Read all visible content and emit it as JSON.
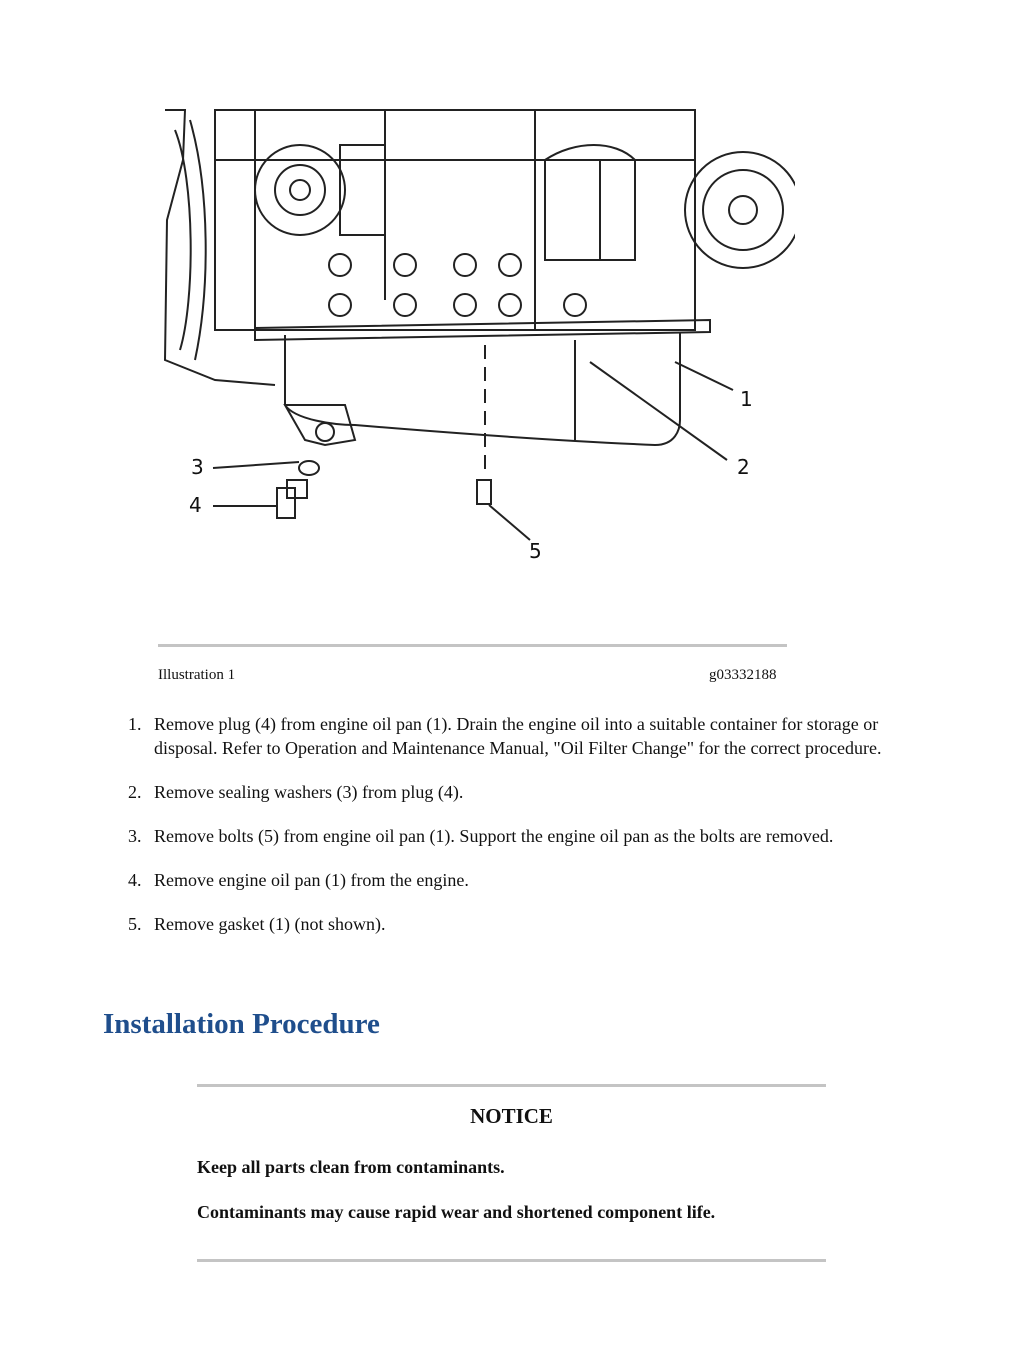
{
  "figure": {
    "callouts": [
      "1",
      "2",
      "3",
      "4",
      "5"
    ],
    "caption": "Illustration 1",
    "id": "g03332188"
  },
  "steps": [
    {
      "num": "1.",
      "text": "Remove plug (4) from engine oil pan (1). Drain the engine oil into a suitable container for storage or disposal. Refer to Operation and Maintenance Manual, \"Oil Filter Change\" for the correct procedure."
    },
    {
      "num": "2.",
      "text": "Remove sealing washers (3) from plug (4)."
    },
    {
      "num": "3.",
      "text": "Remove bolts (5) from engine oil pan (1). Support the engine oil pan as the bolts are removed."
    },
    {
      "num": "4.",
      "text": "Remove engine oil pan (1) from the engine."
    },
    {
      "num": "5.",
      "text": "Remove gasket (1) (not shown)."
    }
  ],
  "section": {
    "title": "Installation Procedure"
  },
  "notice": {
    "title": "NOTICE",
    "lines": [
      "Keep all parts clean from contaminants.",
      "Contaminants may cause rapid wear and shortened component life."
    ]
  }
}
